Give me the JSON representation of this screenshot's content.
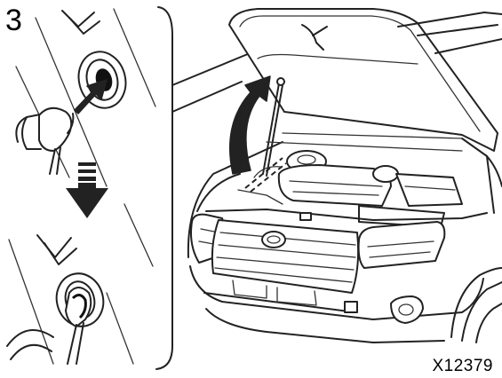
{
  "step": {
    "number": "3"
  },
  "figure": {
    "code": "X12379"
  },
  "icons": {
    "inset": "hood-stay-rod-clip-inset",
    "vehicle": "suv-open-hood-illustration",
    "arrow_insert": "insert-arrow-icon",
    "arrow_down": "down-arrow-icon",
    "arrow_raise": "raise-hood-arrow-icon"
  }
}
